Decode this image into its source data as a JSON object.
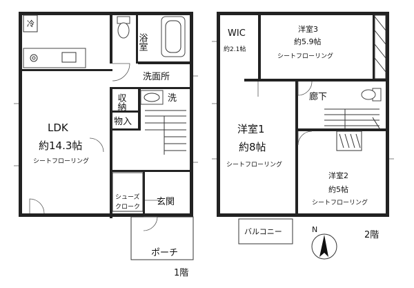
{
  "floor1": {
    "label": "1階",
    "rooms": {
      "fridge": "冷",
      "bath": "浴室",
      "washroom": "洗面所",
      "washer": "洗",
      "storage": "収納",
      "storage2": "物入",
      "ldk_name": "LDK",
      "ldk_size": "約14.3帖",
      "ldk_floor": "シートフローリング",
      "shoe": "シューズクローク",
      "shoe_1": "シューズ",
      "shoe_2": "クローク",
      "entrance": "玄関",
      "porch": "ポーチ"
    }
  },
  "floor2": {
    "label": "2階",
    "rooms": {
      "wic_name": "WIC",
      "wic_size": "約2.1帖",
      "r3_name": "洋室3",
      "r3_size": "約5.9帖",
      "r3_floor": "シートフローリング",
      "hall": "廊下",
      "r1_name": "洋室1",
      "r1_size": "約8帖",
      "r1_floor": "シートフローリング",
      "r2_name": "洋室2",
      "r2_size": "約5帖",
      "r2_floor": "シートフローリング",
      "balcony": "バルコニー"
    }
  },
  "compass": {
    "label": "N"
  }
}
